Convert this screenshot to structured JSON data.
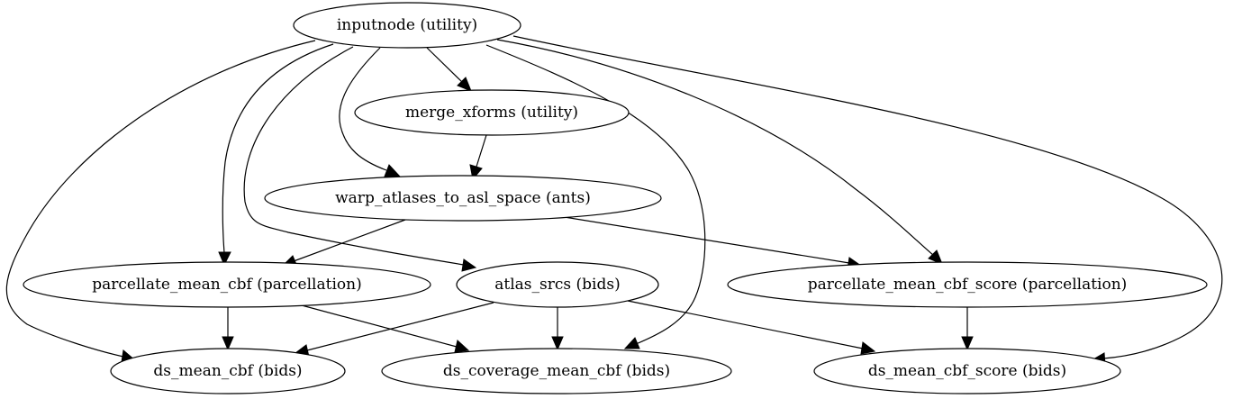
{
  "graph": {
    "nodes": [
      {
        "id": "inputnode",
        "label": "inputnode (utility)"
      },
      {
        "id": "merge_xforms",
        "label": "merge_xforms (utility)"
      },
      {
        "id": "warp",
        "label": "warp_atlases_to_asl_space (ants)"
      },
      {
        "id": "parcellate_mean_cbf",
        "label": "parcellate_mean_cbf (parcellation)"
      },
      {
        "id": "atlas_srcs",
        "label": "atlas_srcs (bids)"
      },
      {
        "id": "parcellate_mean_cbf_score",
        "label": "parcellate_mean_cbf_score (parcellation)"
      },
      {
        "id": "ds_mean_cbf",
        "label": "ds_mean_cbf (bids)"
      },
      {
        "id": "ds_coverage_mean_cbf",
        "label": "ds_coverage_mean_cbf (bids)"
      },
      {
        "id": "ds_mean_cbf_score",
        "label": "ds_mean_cbf_score (bids)"
      }
    ],
    "edges": [
      {
        "from": "inputnode",
        "to": "merge_xforms"
      },
      {
        "from": "inputnode",
        "to": "warp"
      },
      {
        "from": "inputnode",
        "to": "parcellate_mean_cbf"
      },
      {
        "from": "inputnode",
        "to": "atlas_srcs"
      },
      {
        "from": "inputnode",
        "to": "parcellate_mean_cbf_score"
      },
      {
        "from": "inputnode",
        "to": "ds_mean_cbf"
      },
      {
        "from": "inputnode",
        "to": "ds_coverage_mean_cbf"
      },
      {
        "from": "inputnode",
        "to": "ds_mean_cbf_score"
      },
      {
        "from": "merge_xforms",
        "to": "warp"
      },
      {
        "from": "warp",
        "to": "parcellate_mean_cbf"
      },
      {
        "from": "warp",
        "to": "parcellate_mean_cbf_score"
      },
      {
        "from": "parcellate_mean_cbf",
        "to": "ds_mean_cbf"
      },
      {
        "from": "parcellate_mean_cbf",
        "to": "ds_coverage_mean_cbf"
      },
      {
        "from": "atlas_srcs",
        "to": "ds_mean_cbf"
      },
      {
        "from": "atlas_srcs",
        "to": "ds_coverage_mean_cbf"
      },
      {
        "from": "atlas_srcs",
        "to": "ds_mean_cbf_score"
      },
      {
        "from": "parcellate_mean_cbf_score",
        "to": "ds_mean_cbf_score"
      }
    ]
  }
}
